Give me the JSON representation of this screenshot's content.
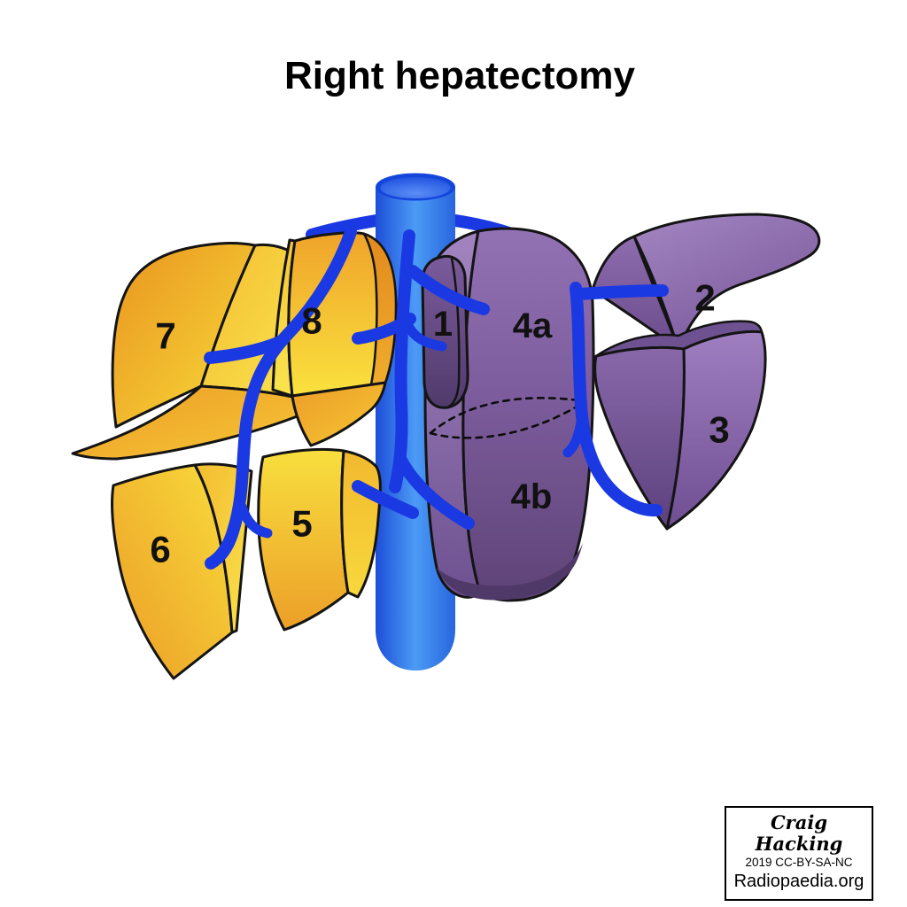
{
  "title": "Right hepatectomy",
  "diagram": {
    "description": "Liver segmental anatomy diagram with inferior vena cava and hepatic veins",
    "segment_labels": {
      "s1": "1",
      "s2": "2",
      "s3": "3",
      "s4a": "4a",
      "s4b": "4b",
      "s5": "5",
      "s6": "6",
      "s7": "7",
      "s8": "8"
    }
  },
  "colors": {
    "background": "#FFFFFF",
    "outline": "#141414",
    "label_text": "#111111",
    "vein_blue": "#1B39E3",
    "ivc_blue_light": "#4C9BF6",
    "ivc_blue_dark": "#1D4ED8",
    "resected_yellow_light": "#F9E040",
    "resected_yellow_dark": "#E99423",
    "remnant_purple_light": "#9B7ABB",
    "remnant_purple_dark": "#5F4478"
  },
  "credit": {
    "author": "Craig Hacking",
    "license": "2019 CC-BY-SA-NC",
    "source": "Radiopaedia.org"
  }
}
